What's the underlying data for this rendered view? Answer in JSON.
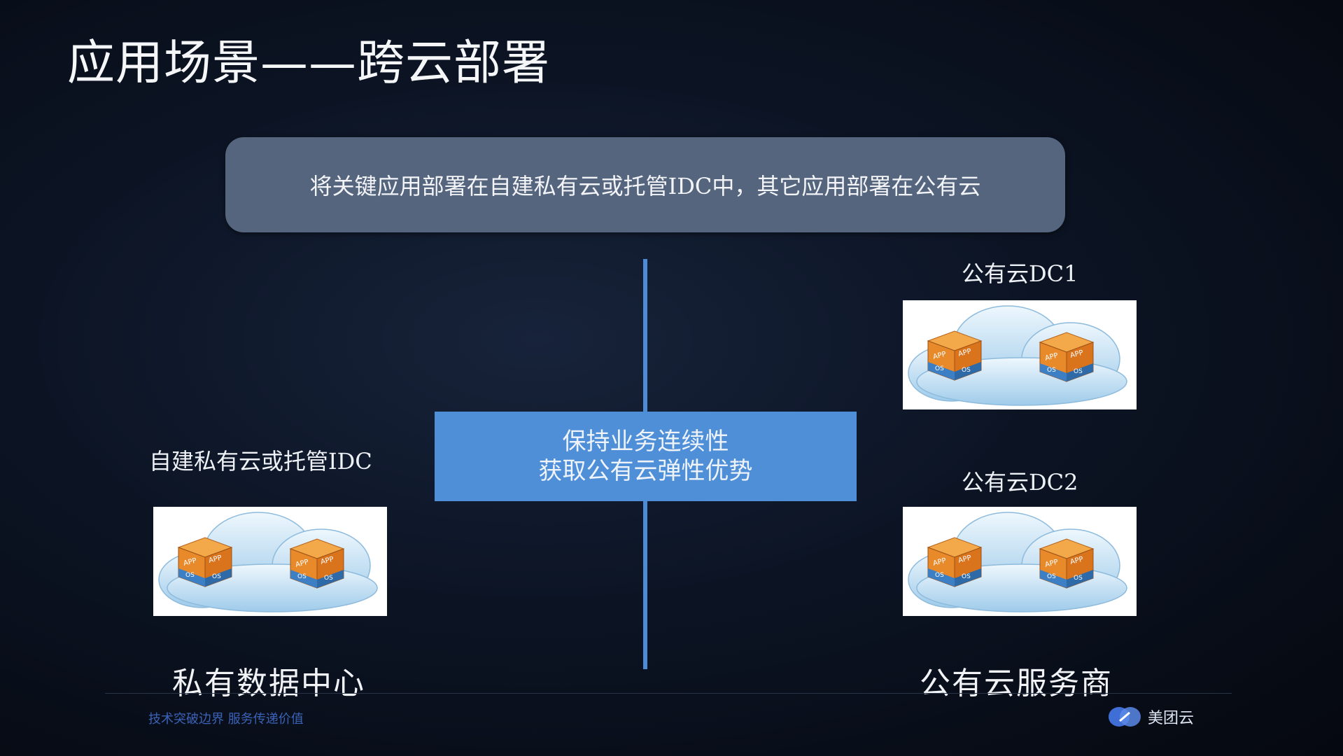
{
  "slide": {
    "title": "应用场景——跨云部署",
    "banner_text": "将关键应用部署在自建私有云或托管IDC中，其它应用部署在公有云",
    "center_box": {
      "line1": "保持业务连续性",
      "line2": "获取公有云弹性优势"
    },
    "left": {
      "label": "自建私有云或托管IDC",
      "footer_label": "私有数据中心"
    },
    "right": {
      "dc1_label": "公有云DC1",
      "dc2_label": "公有云DC2",
      "footer_label": "公有云服务商"
    },
    "cloud_box_labels": {
      "app": "APP",
      "os": "OS"
    },
    "footer": {
      "slogan": "技术突破边界 服务传递价值",
      "logo_text": "美团云"
    }
  },
  "colors": {
    "background": "#0c1424",
    "banner": "#56657e",
    "center_box": "#4f8fd7",
    "connector": "#4d8bd6",
    "box_orange": "#e8892a",
    "box_blue": "#3d7fc4"
  },
  "icons": [
    "cloud-app-icon",
    "meituan-cloud-logo-icon"
  ]
}
